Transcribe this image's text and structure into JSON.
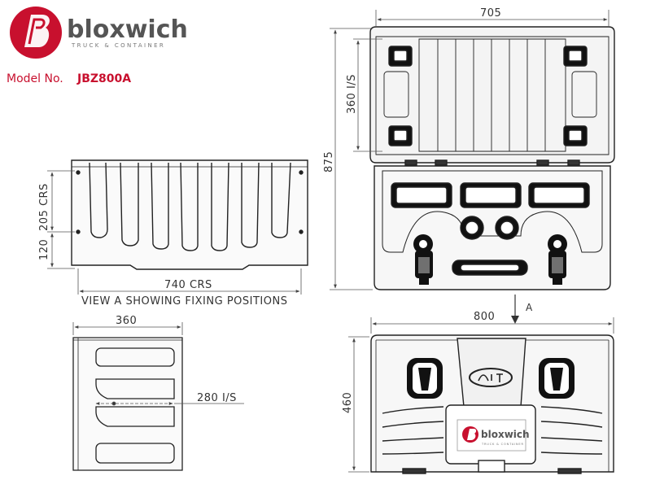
{
  "brand": {
    "name": "bloxwich",
    "tagline": "TRUCK & CONTAINER",
    "model_label": "Model No.",
    "model_number": "JBZ800A",
    "accent_color": "#c8102e"
  },
  "front_view": {
    "width_label": "705",
    "height_label": "875",
    "lid_inner_label": "360 I/S"
  },
  "back_view": {
    "crs_height_label": "205 CRS",
    "lower_label": "120",
    "width_label": "740 CRS",
    "caption": "VIEW A SHOWING FIXING POSITIONS"
  },
  "side_view": {
    "width_label": "360",
    "inner_label": "280 I/S"
  },
  "top_view": {
    "width_label": "800",
    "depth_label": "460",
    "arrow_label": "A",
    "plate_brand": "bloxwich",
    "plate_tagline": "TRUCK & CONTAINER"
  }
}
